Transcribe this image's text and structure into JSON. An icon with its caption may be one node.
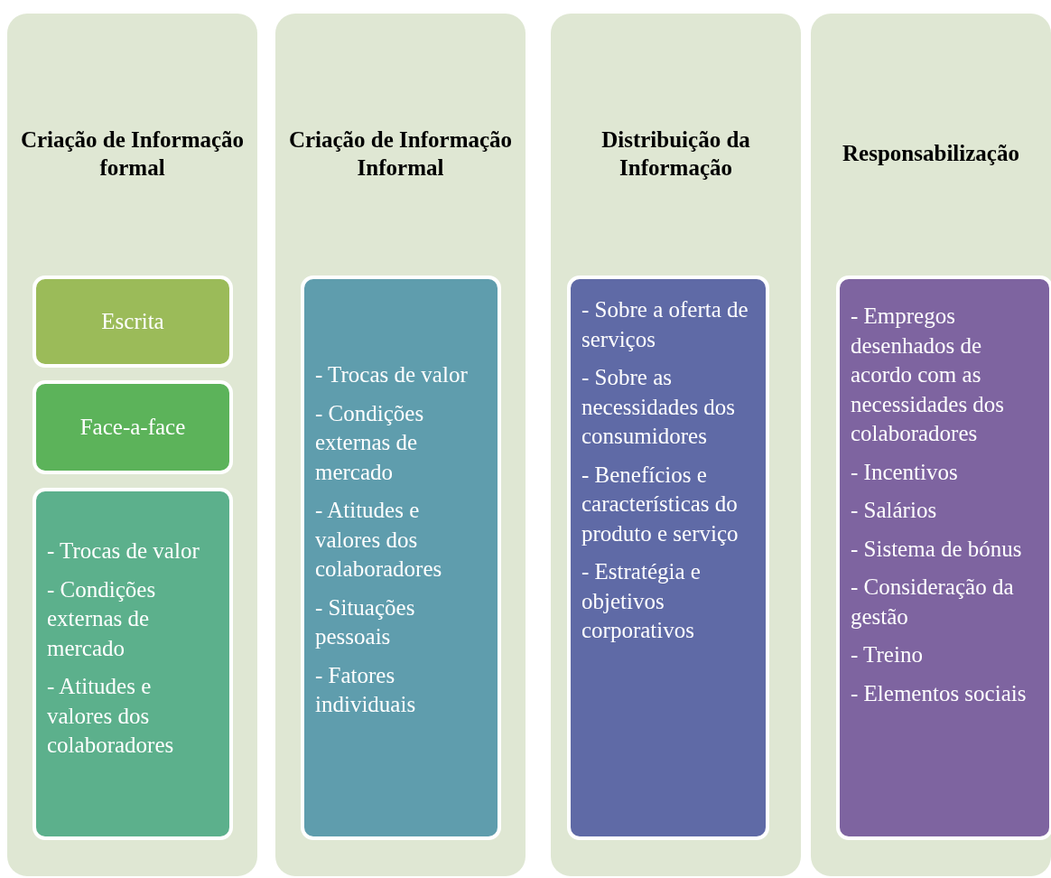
{
  "diagram": {
    "nodes": [
      {
        "text": [
          "Criação de Informação formal"
        ]
      },
      {
        "text": [
          "Escrita"
        ],
        "in": 0
      },
      {
        "text": [
          "Face-a-face"
        ],
        "in": 0
      },
      {
        "text": [
          "- Trocas de valor",
          "- Condições externas de mercado",
          "- Atitudes e valores dos colaboradores"
        ],
        "in": 0
      },
      {
        "text": [
          "Criação de Informação Informal"
        ]
      },
      {
        "text": [
          "- Trocas de valor",
          "- Condições externas de mercado",
          "- Atitudes e valores dos colaboradores",
          "- Situações pessoais",
          "- Fatores individuais"
        ],
        "in": 4
      },
      {
        "text": [
          "Distribuição da Informação"
        ]
      },
      {
        "text": [
          "- Sobre a oferta de serviços",
          "- Sobre as necessidades dos consumidores",
          "- Benefícios e características do produto e serviço",
          "- Estratégia e objetivos corporativos"
        ],
        "in": 6
      },
      {
        "text": [
          "Responsabilização"
        ]
      },
      {
        "text": [
          "- Empregos desenhados de acordo com as necessidades dos colaboradores",
          "- Incentivos",
          "- Salários",
          "- Sistema de bónus",
          "- Consideração da gestão",
          "- Treino",
          "- Elementos sociais"
        ],
        "in": 8
      }
    ]
  }
}
